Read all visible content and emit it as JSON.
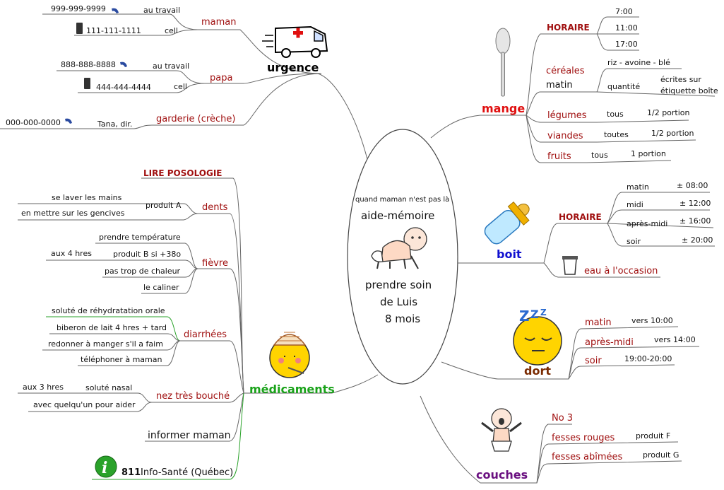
{
  "center": {
    "line1": "quand maman n'est pas là",
    "line2": "aide-mémoire",
    "line3": "prendre soin",
    "line4": "de Luis",
    "line5": "8 mois"
  },
  "urgence": {
    "title": "urgence",
    "maman": {
      "label": "maman",
      "work_phone": "999-999-9999",
      "work_label": "au travail",
      "cell_phone": "111-111-1111",
      "cell_label": "cell"
    },
    "papa": {
      "label": "papa",
      "work_phone": "888-888-8888",
      "work_label": "au travail",
      "cell_phone": "444-444-4444",
      "cell_label": "cell"
    },
    "garderie": {
      "label": "garderie (crèche)",
      "phone": "000-000-0000",
      "contact": "Tana, dir."
    }
  },
  "medicaments": {
    "title": "médicaments",
    "posologie": "LIRE POSOLOGIE",
    "dents": {
      "label": "dents",
      "produit": "produit A",
      "items": [
        "se laver les mains",
        "en mettre sur les gencives"
      ]
    },
    "fievre": {
      "label": "fièvre",
      "items": [
        "prendre température",
        "produit B si +38o",
        "pas trop de chaleur",
        "le caliner"
      ],
      "sub": "aux 4 hres"
    },
    "diarrhees": {
      "label": "diarrhées",
      "items": [
        "soluté de réhydratation orale",
        "biberon de lait 4 hres + tard",
        "redonner à manger s'il a faim",
        "téléphoner à maman"
      ]
    },
    "nez": {
      "label": "nez très bouché",
      "solute": "soluté nasal",
      "freq": "aux 3 hres",
      "aide": "avec quelqu'un pour aider"
    },
    "informer": "informer maman",
    "info_num": "811",
    "info_label": "Info-Santé (Québec)"
  },
  "mange": {
    "title": "mange",
    "horaire": {
      "label": "HORAIRE",
      "times": [
        "7:00",
        "11:00",
        "17:00"
      ]
    },
    "cereales": {
      "label": "céréales",
      "sub": "matin",
      "types": "riz - avoine -  blé",
      "quantite": "quantité",
      "note1": "écrites sur",
      "note2": "étiquette boîte"
    },
    "legumes": {
      "label": "légumes",
      "which": "tous",
      "portion": "1/2 portion"
    },
    "viandes": {
      "label": "viandes",
      "which": "toutes",
      "portion": "1/2 portion"
    },
    "fruits": {
      "label": "fruits",
      "which": "tous",
      "portion": "1 portion"
    }
  },
  "boit": {
    "title": "boit",
    "horaire": "HORAIRE",
    "rows": [
      {
        "label": "matin",
        "time": "± 08:00"
      },
      {
        "label": "midi",
        "time": "± 12:00"
      },
      {
        "label": "après-midi",
        "time": "± 16:00"
      },
      {
        "label": "soir",
        "time": "± 20:00"
      }
    ],
    "eau": "eau à l'occasion"
  },
  "dort": {
    "title": "dort",
    "rows": [
      {
        "label": "matin",
        "time": "vers 10:00"
      },
      {
        "label": "après-midi",
        "time": "vers 14:00"
      },
      {
        "label": "soir",
        "time": "19:00-20:00"
      }
    ]
  },
  "couches": {
    "title": "couches",
    "taille": "No 3",
    "rouges": {
      "label": "fesses rouges",
      "produit": "produit F"
    },
    "abimees": {
      "label": "fesses abîmées",
      "produit": "produit G"
    }
  },
  "colors": {
    "urgence_title": "#000000",
    "medicaments_title": "#19a219",
    "mange_title": "#e01010",
    "boit_title": "#1010d0",
    "dort_title": "#7a2a00",
    "couches_title": "#6a1080",
    "sub_red": "#a01010",
    "line": "#555555",
    "green_line": "#2aa22a"
  }
}
